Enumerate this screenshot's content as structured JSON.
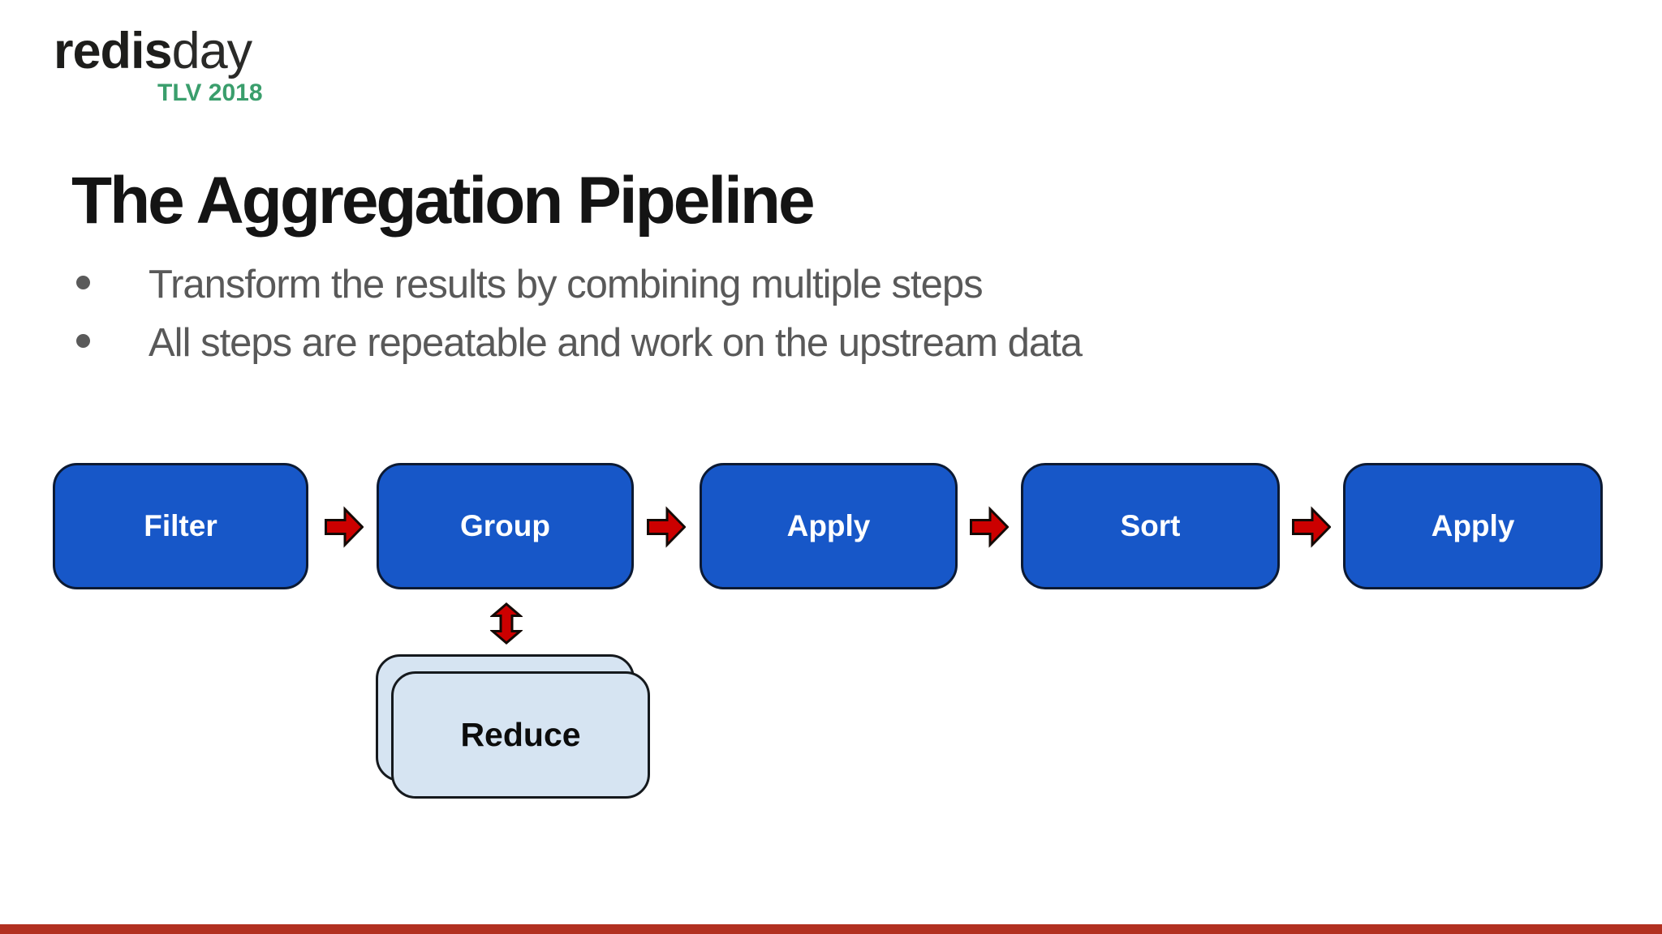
{
  "logo": {
    "brand_bold": "redis",
    "brand_light": "day",
    "event": "TLV 2018"
  },
  "title": "The Aggregation Pipeline",
  "bullets": [
    "Transform the results by combining multiple steps",
    "All steps are repeatable and work on the upstream data"
  ],
  "pipeline": {
    "steps": [
      "Filter",
      "Group",
      "Apply",
      "Sort",
      "Apply"
    ],
    "reduce_label": "Reduce"
  },
  "colors": {
    "box_blue": "#1757c8",
    "box_border": "#0c1a33",
    "arrow_red": "#cc0000",
    "arrow_outline": "#140a06",
    "reduce_fill": "#d6e4f2",
    "footer_red": "#b23021",
    "logo_green": "#3a9e6c",
    "bullet_gray": "#595959",
    "title_black": "#141414"
  }
}
